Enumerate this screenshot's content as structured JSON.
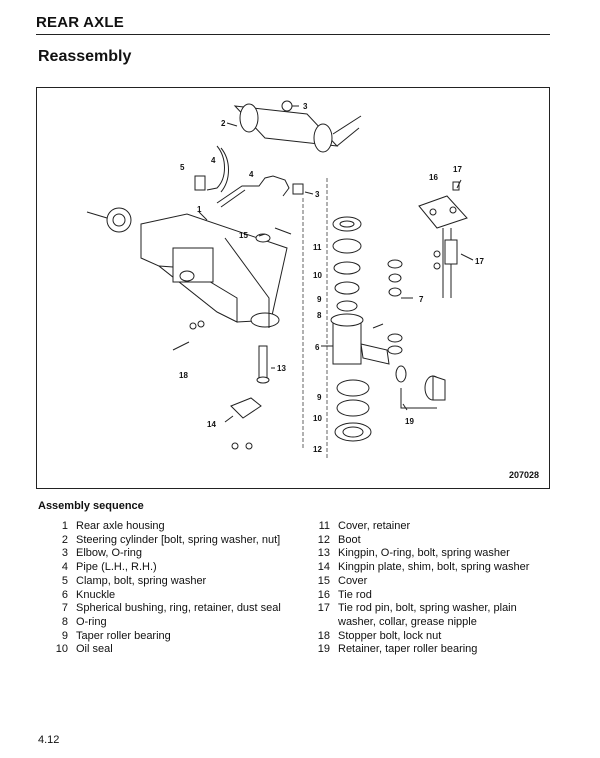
{
  "header": {
    "section": "REAR AXLE",
    "title": "Reassembly"
  },
  "figure": {
    "code": "207028",
    "callouts": {
      "c1": "1",
      "c2": "2",
      "c3a": "3",
      "c3b": "3",
      "c4a": "4",
      "c4b": "4",
      "c5": "5",
      "c6": "6",
      "c7": "7",
      "c8": "8",
      "c9a": "9",
      "c9b": "9",
      "c10a": "10",
      "c10b": "10",
      "c11": "11",
      "c12": "12",
      "c13": "13",
      "c14": "14",
      "c15": "15",
      "c16": "16",
      "c17a": "17",
      "c17b": "17",
      "c18": "18",
      "c19": "19"
    }
  },
  "sequence": {
    "heading": "Assembly sequence",
    "left": [
      {
        "num": "1",
        "text": "Rear axle housing"
      },
      {
        "num": "2",
        "text": "Steering cylinder [bolt, spring washer, nut]"
      },
      {
        "num": "3",
        "text": "Elbow, O-ring"
      },
      {
        "num": "4",
        "text": "Pipe (L.H., R.H.)"
      },
      {
        "num": "5",
        "text": "Clamp, bolt, spring washer"
      },
      {
        "num": "6",
        "text": "Knuckle"
      },
      {
        "num": "7",
        "text": "Spherical bushing, ring, retainer, dust seal"
      },
      {
        "num": "8",
        "text": "O-ring"
      },
      {
        "num": "9",
        "text": "Taper roller bearing"
      },
      {
        "num": "10",
        "text": "Oil seal"
      }
    ],
    "right": [
      {
        "num": "11",
        "text": "Cover, retainer"
      },
      {
        "num": "12",
        "text": "Boot"
      },
      {
        "num": "13",
        "text": "Kingpin, O-ring, bolt, spring washer"
      },
      {
        "num": "14",
        "text": "Kingpin plate, shim, bolt, spring washer"
      },
      {
        "num": "15",
        "text": "Cover"
      },
      {
        "num": "16",
        "text": "Tie rod"
      },
      {
        "num": "17",
        "text": "Tie rod pin, bolt, spring washer, plain washer, collar, grease nipple"
      },
      {
        "num": "18",
        "text": "Stopper bolt, lock nut"
      },
      {
        "num": "19",
        "text": "Retainer, taper roller bearing"
      }
    ]
  },
  "footer": {
    "page_number": "4.12"
  }
}
